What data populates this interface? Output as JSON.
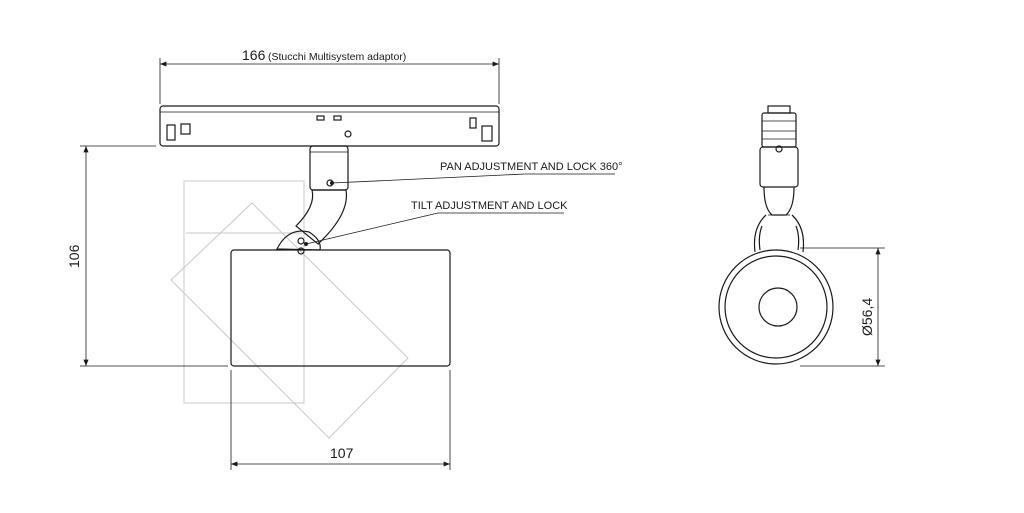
{
  "dimensions": {
    "width_value": "166",
    "width_note": "(Stucchi Multisystem adaptor)",
    "height_value": "106",
    "body_length": "107",
    "diameter": "Ø56,4"
  },
  "callouts": {
    "pan": "PAN ADJUSTMENT AND LOCK 360°",
    "tilt": "TILT ADJUSTMENT AND LOCK"
  }
}
